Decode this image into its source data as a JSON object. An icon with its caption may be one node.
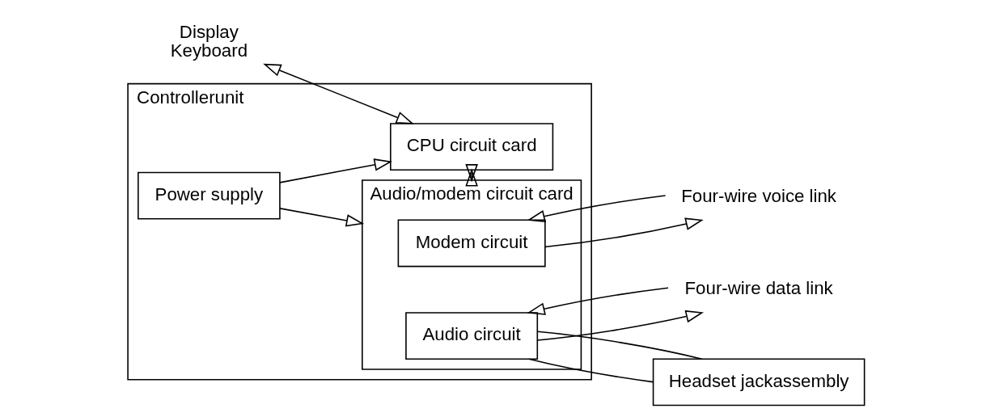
{
  "diagram": {
    "nodes": [
      {
        "text": [
          "Display",
          "Keyboard"
        ]
      },
      {
        "text": [
          "Controllerunit"
        ]
      },
      {
        "text": [
          "CPU circuit card"
        ],
        "in": 1
      },
      {
        "text": [
          "Power supply"
        ],
        "in": 1
      },
      {
        "text": [
          "Audio/modem circuit card"
        ],
        "in": 1
      },
      {
        "text": [
          "Modem circuit"
        ],
        "in": 4
      },
      {
        "text": [
          "Audio circuit"
        ],
        "in": 4
      },
      {
        "text": [
          "Four-wire voice link"
        ]
      },
      {
        "text": [
          "Four-wire data link"
        ]
      },
      {
        "text": [
          "Headset jackassembly"
        ]
      }
    ],
    "edges": [
      {
        "from": 0,
        "to": 2,
        "arrow": "both"
      },
      {
        "from": 2,
        "to": 4,
        "arrow": "to"
      },
      {
        "from": 4,
        "to": 2,
        "arrow": "to"
      },
      {
        "from": 3,
        "to": 2,
        "arrow": "to"
      },
      {
        "from": 3,
        "to": 4,
        "arrow": "to"
      },
      {
        "from": 5,
        "to": 7,
        "arrow": "to"
      },
      {
        "from": 7,
        "to": 5,
        "arrow": "to"
      },
      {
        "from": 6,
        "to": 8,
        "arrow": "to"
      },
      {
        "from": 8,
        "to": 6,
        "arrow": "to"
      },
      {
        "from": 6,
        "to": 9,
        "arrow": "none"
      },
      {
        "from": 6,
        "to": 9,
        "arrow": "none"
      }
    ]
  }
}
